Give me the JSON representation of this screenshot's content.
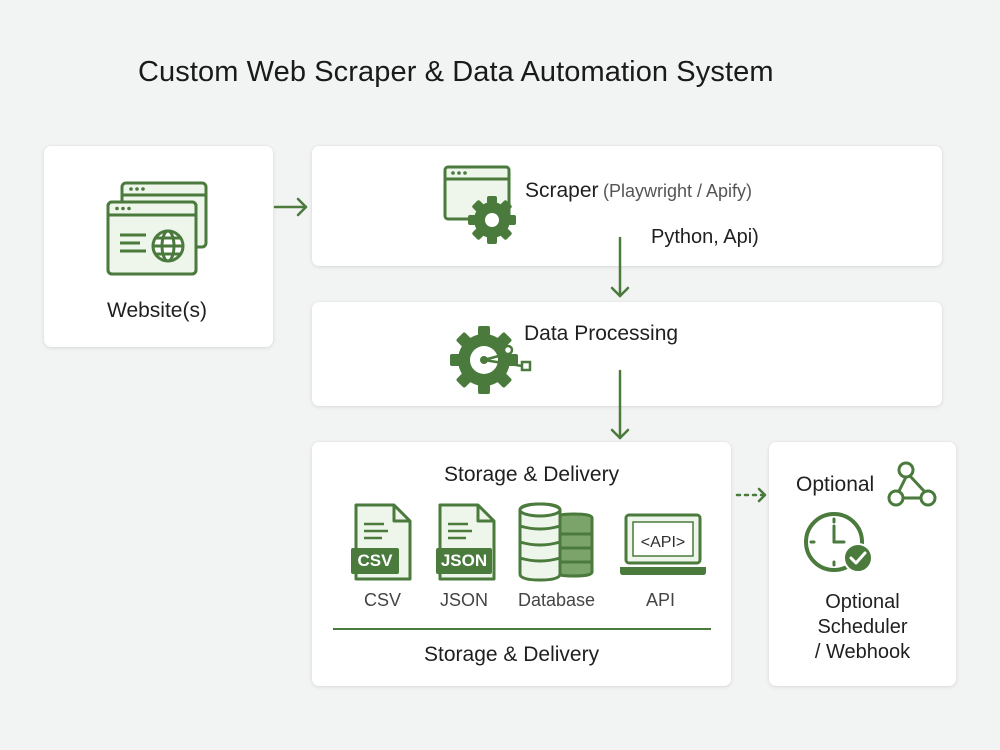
{
  "title": "Custom Web Scraper & Data Automation System",
  "website": {
    "label": "Website(s)"
  },
  "scraper": {
    "label": "Scraper",
    "tools": "(Playwright / Apify)",
    "lang": "Python, Api)"
  },
  "processing": {
    "label": "Data Processing"
  },
  "storage": {
    "heading": "Storage & Delivery",
    "items": [
      {
        "badge": "CSV",
        "label": "CSV"
      },
      {
        "badge": "JSON",
        "label": "JSON"
      },
      {
        "label": "Database"
      },
      {
        "screen": "<API>",
        "label": "API"
      }
    ],
    "footer": "Storage & Delivery"
  },
  "optional": {
    "heading": "Optional",
    "line1": "Optional",
    "line2": "Scheduler",
    "line3": "/ Webhook"
  },
  "colors": {
    "accent": "#4a7a3c",
    "accent_light": "#eef5ea",
    "card": "#ffffff",
    "background": "#f2f3f3"
  }
}
